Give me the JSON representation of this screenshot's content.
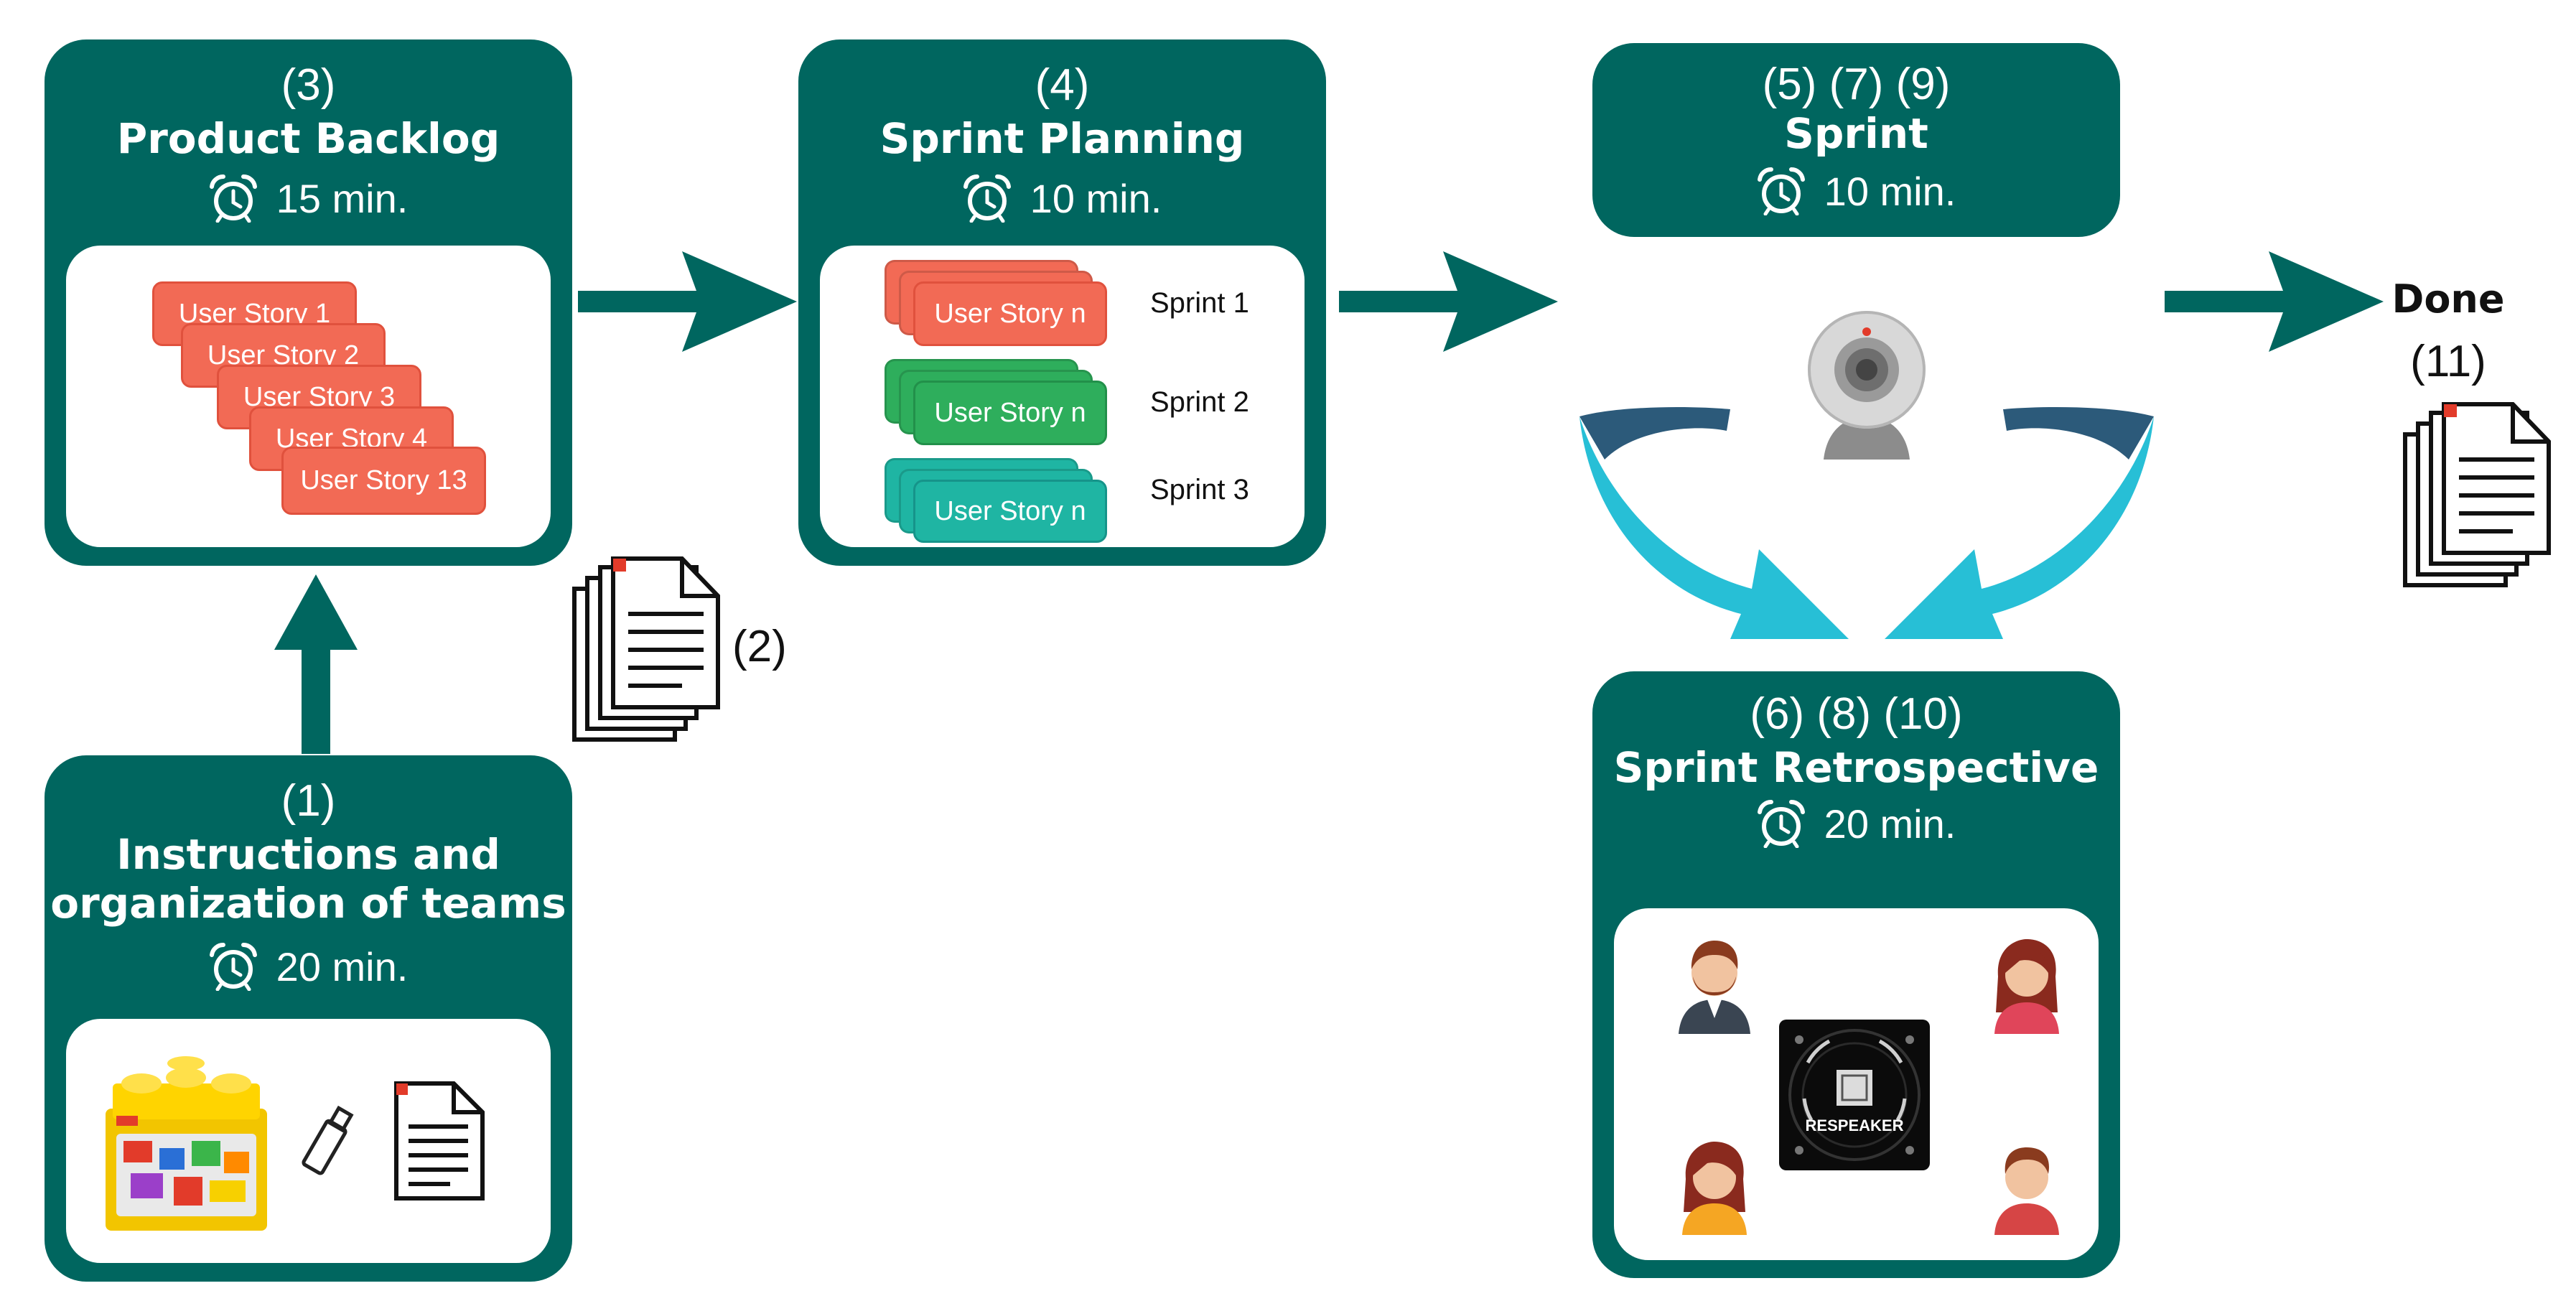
{
  "colors": {
    "panel": "#00665f",
    "story_red": "#f26a55",
    "story_green": "#2eae5c",
    "story_teal": "#1fb5a3",
    "cyan_arrow": "#27bfd6",
    "navy_arrow": "#2c5a7a"
  },
  "step1": {
    "number": "(1)",
    "title_line1": "Instructions and",
    "title_line2": "organization of teams",
    "time": "20 min.",
    "icons": [
      "lego-box-icon",
      "pen-drive-icon",
      "document-icon"
    ]
  },
  "step3": {
    "number": "(3)",
    "title": "Product Backlog",
    "time": "15 min.",
    "stories": [
      "User Story 1",
      "User Story 2",
      "User Story 3",
      "User Story 4",
      "User Story 13"
    ]
  },
  "step2": {
    "label": "(2)"
  },
  "step4": {
    "number": "(4)",
    "title": "Sprint Planning",
    "time": "10 min.",
    "rows": [
      {
        "story": "User Story n",
        "sprint": "Sprint 1"
      },
      {
        "story": "User Story n",
        "sprint": "Sprint 2"
      },
      {
        "story": "User Story n",
        "sprint": "Sprint 3"
      }
    ]
  },
  "sprint": {
    "number": "(5) (7) (9)",
    "title": "Sprint",
    "time": "10 min.",
    "icon": "webcam-icon"
  },
  "retro": {
    "number": "(6) (8) (10)",
    "title": "Sprint Retrospective",
    "time": "20 min.",
    "device_label": "RESPEAKER"
  },
  "done": {
    "title": "Done",
    "number": "(11)"
  }
}
